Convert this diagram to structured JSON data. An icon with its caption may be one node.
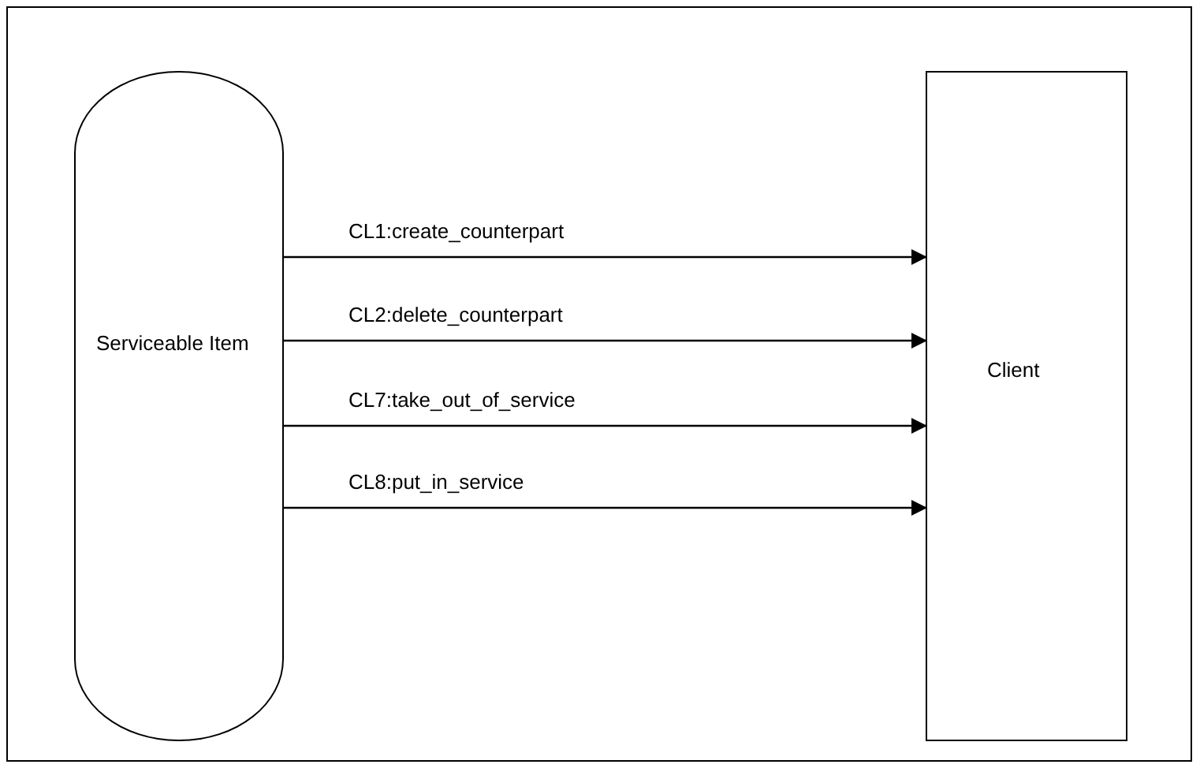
{
  "diagram": {
    "nodes": [
      {
        "text": [
          "Serviceable Item"
        ]
      },
      {
        "text": [
          "Client"
        ]
      }
    ],
    "edges": [
      {
        "from": 0,
        "to": 1,
        "arrow": "to",
        "label": "CL1:create_counterpart"
      },
      {
        "from": 0,
        "to": 1,
        "arrow": "to",
        "label": "CL2:delete_counterpart"
      },
      {
        "from": 0,
        "to": 1,
        "arrow": "to",
        "label": "CL7:take_out_of_service"
      },
      {
        "from": 0,
        "to": 1,
        "arrow": "to",
        "label": "CL8:put_in_service"
      }
    ]
  }
}
